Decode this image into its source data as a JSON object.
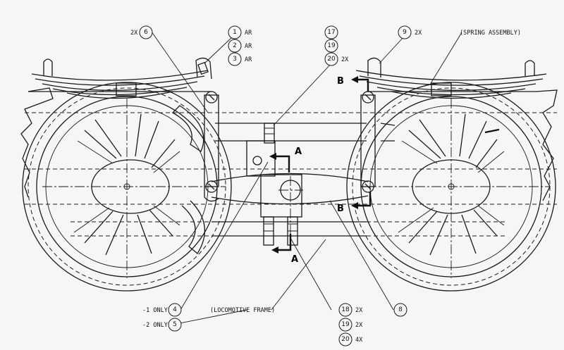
{
  "callouts": {
    "c1": {
      "num": "1",
      "qty": "AR"
    },
    "c2": {
      "num": "2",
      "qty": "AR"
    },
    "c3": {
      "num": "3",
      "qty": "AR"
    },
    "c6": {
      "num": "6",
      "qty": "2X"
    },
    "c17": {
      "num": "17",
      "qty": ""
    },
    "c19a": {
      "num": "19",
      "qty": ""
    },
    "c20a": {
      "num": "20",
      "qty": "2X"
    },
    "c9": {
      "num": "9",
      "qty": "2X"
    },
    "c4": {
      "num": "4",
      "qty": "-1 ONLY"
    },
    "c5": {
      "num": "5",
      "qty": "-2 ONLY"
    },
    "c18": {
      "num": "18",
      "qty": "2X"
    },
    "c19b": {
      "num": "19",
      "qty": "2X"
    },
    "c20b": {
      "num": "20",
      "qty": "4X"
    },
    "c8": {
      "num": "8",
      "qty": ""
    }
  },
  "notes": {
    "spring_assembly": "(SPRING ASSEMBLY)",
    "locomotive_frame": "(LOCOMOTIVE FRAME)"
  },
  "section_marks": {
    "a_top": "A",
    "a_bottom": "A",
    "b_top": "B",
    "b_bottom": "B"
  }
}
